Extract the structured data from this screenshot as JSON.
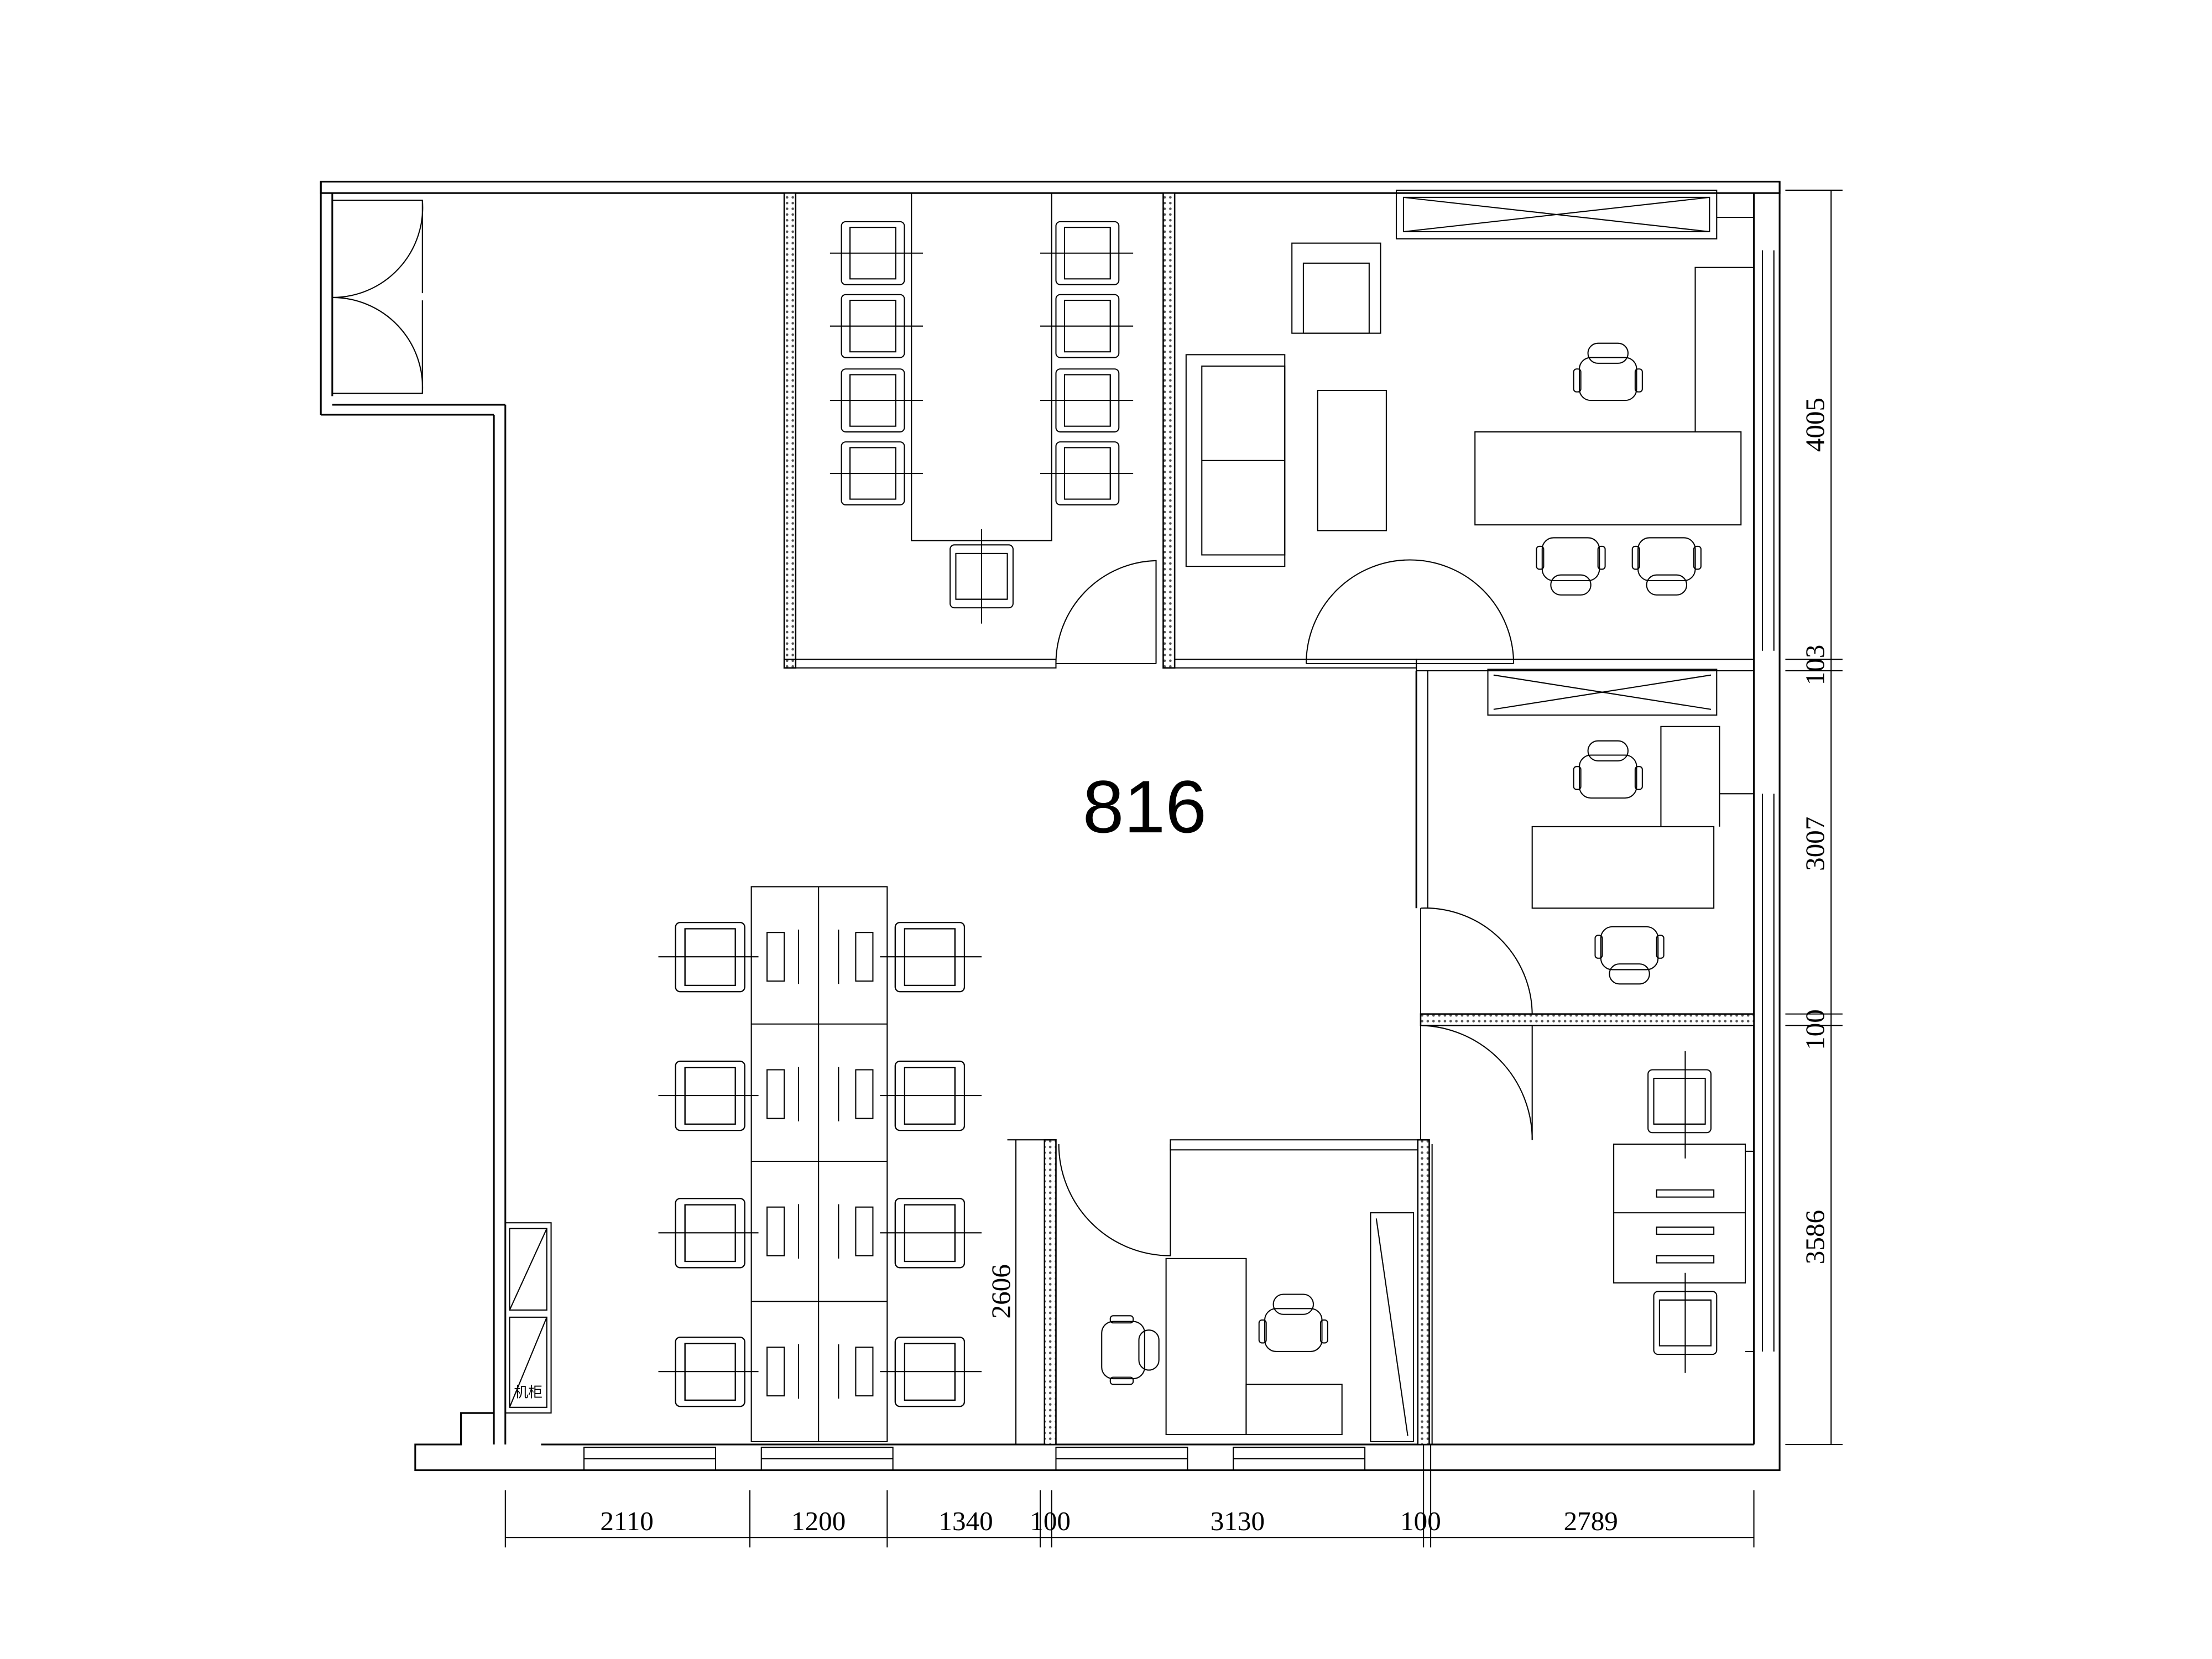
{
  "room_number": "816",
  "cabinet_label": "机柜",
  "dimensions": {
    "bottom": [
      "2110",
      "1200",
      "1340",
      "100",
      "3130",
      "100",
      "2789"
    ],
    "right": [
      "4005",
      "103",
      "3007",
      "100",
      "3586"
    ],
    "inner_vertical": "2606"
  },
  "colors": {
    "line": "#000000",
    "background": "#ffffff"
  }
}
